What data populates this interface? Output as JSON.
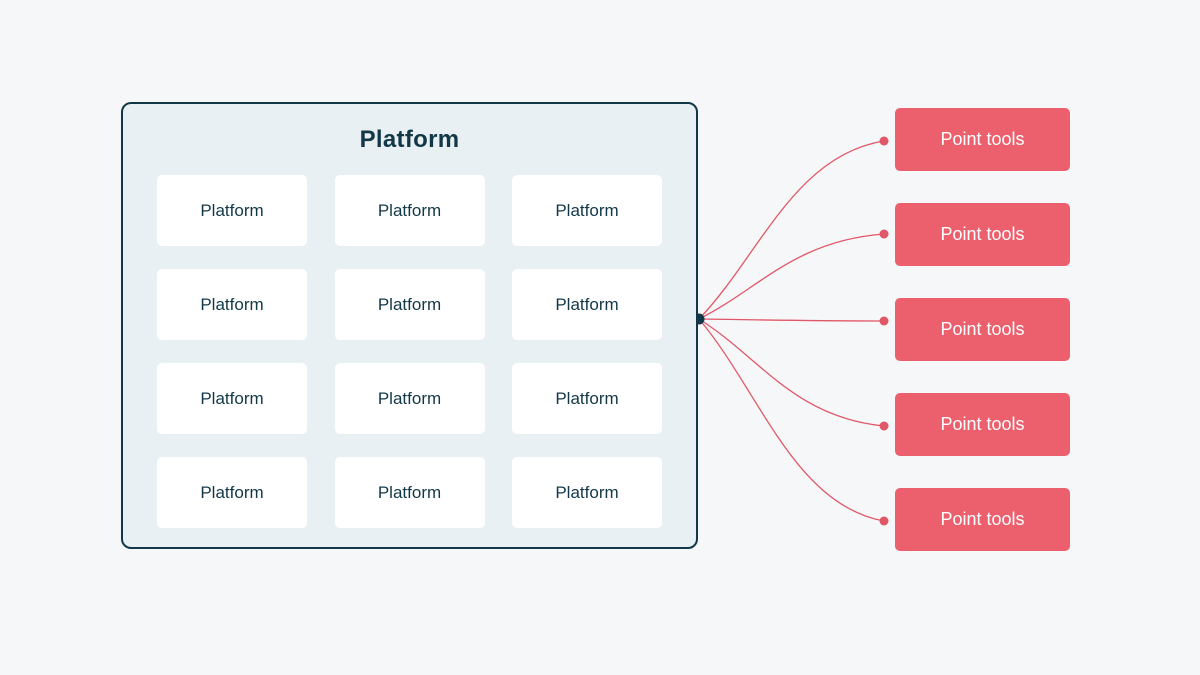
{
  "platform": {
    "title": "Platform",
    "items": [
      "Platform",
      "Platform",
      "Platform",
      "Platform",
      "Platform",
      "Platform",
      "Platform",
      "Platform",
      "Platform",
      "Platform",
      "Platform",
      "Platform"
    ]
  },
  "point_tools": [
    "Point tools",
    "Point tools",
    "Point tools",
    "Point tools",
    "Point tools"
  ],
  "colors": {
    "background": "#f5f7f9",
    "platform_border": "#123847",
    "platform_fill": "#e9f0f3",
    "cell_fill": "#ffffff",
    "text_dark": "#123847",
    "point_tool_fill": "#ec5f6d",
    "connector": "#e05867",
    "hub": "#123847"
  }
}
